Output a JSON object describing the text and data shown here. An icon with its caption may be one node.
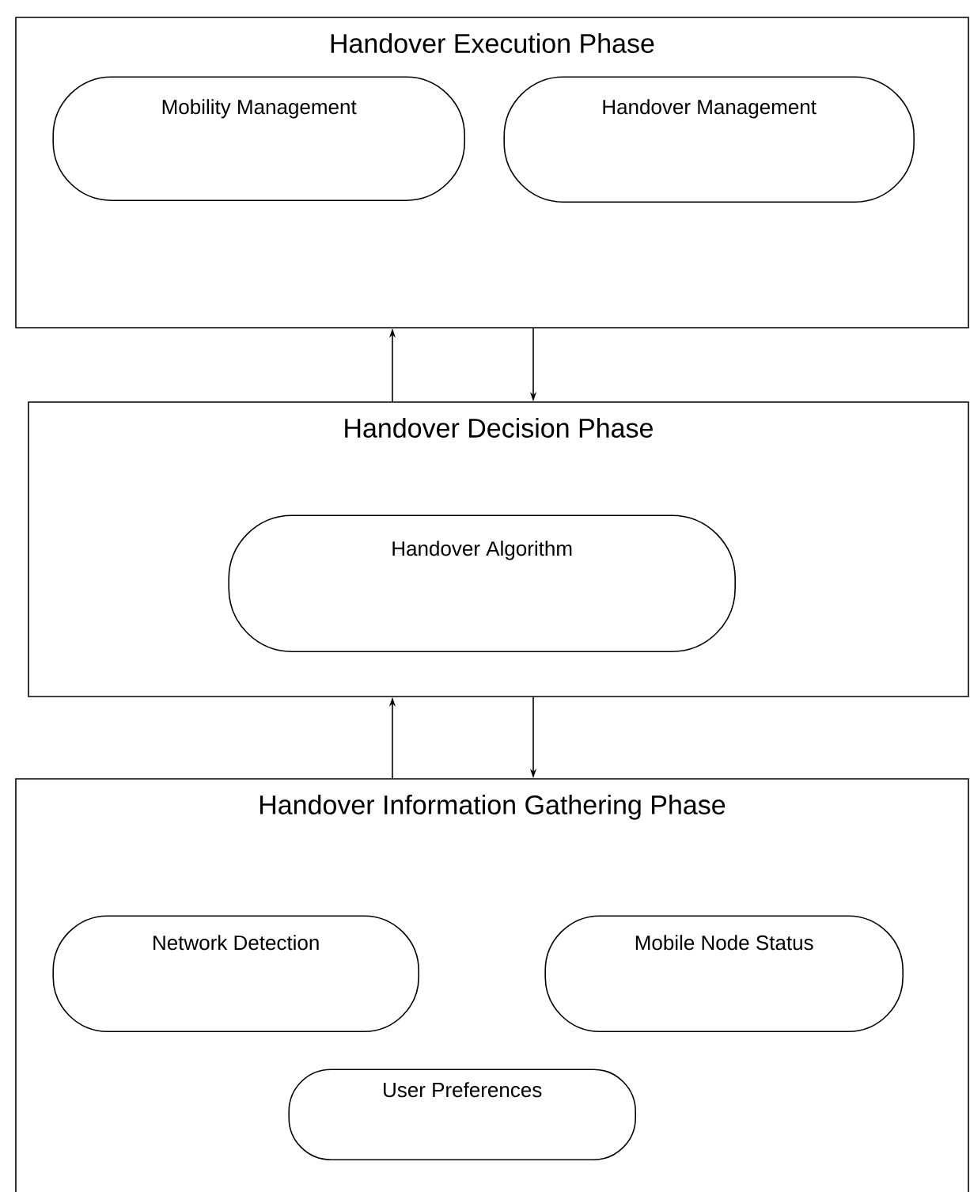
{
  "diagram": {
    "nodes": [
      {
        "text": [
          "Handover Execution Phase"
        ]
      },
      {
        "text": [
          "Mobility Management"
        ],
        "in": 0
      },
      {
        "text": [
          "Handover Management"
        ],
        "in": 0
      },
      {
        "text": [
          "Handover Decision Phase"
        ]
      },
      {
        "text": [
          "Handover Algorithm"
        ],
        "in": 3
      },
      {
        "text": [
          "Handover Information Gathering Phase"
        ]
      },
      {
        "text": [
          "Network Detection"
        ],
        "in": 5
      },
      {
        "text": [
          "Mobile Node Status"
        ],
        "in": 5
      },
      {
        "text": [
          "User Preferences"
        ],
        "in": 5
      }
    ],
    "edges": [
      {
        "from": 3,
        "to": 0,
        "arrow": "to"
      },
      {
        "from": 0,
        "to": 3,
        "arrow": "to"
      },
      {
        "from": 5,
        "to": 3,
        "arrow": "to"
      },
      {
        "from": 3,
        "to": 5,
        "arrow": "to"
      }
    ]
  }
}
